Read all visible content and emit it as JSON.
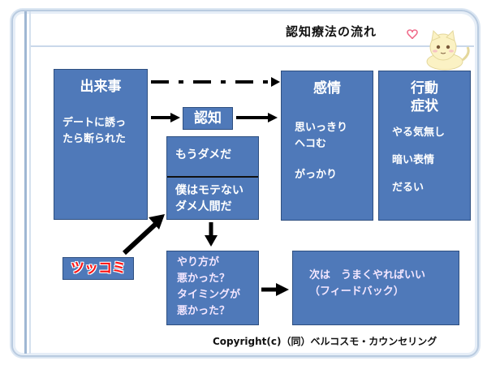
{
  "title": "認知療法の流れ",
  "event": {
    "heading": "出来事",
    "lines": [
      "デートに誘っ",
      "たら断られた"
    ]
  },
  "cognition": {
    "label": "認知"
  },
  "emotion": {
    "heading": "感情",
    "lines": [
      "思いっきり",
      "ヘコむ",
      "がっかり"
    ]
  },
  "behavior": {
    "heading_lines": [
      "行動",
      "症状"
    ],
    "lines": [
      "やる気無し",
      "暗い表情",
      "だるい"
    ]
  },
  "thought_top": {
    "text": "もうダメだ"
  },
  "thought_bottom": {
    "lines": [
      "僕はモテない",
      "ダメ人間だ"
    ]
  },
  "tsukkomi": {
    "label": "ツッコミ"
  },
  "question": {
    "lines": [
      "やり方が",
      "悪かった？",
      "タイミングが",
      "悪かった？"
    ]
  },
  "feedback": {
    "lines": [
      "次は　うまくやればいい",
      "（フィードバック）"
    ]
  },
  "copyright": "Copyright(c)（同）ベルコスモ・カウンセリング",
  "colors": {
    "box": "#4f79b9",
    "tsukkomi_text": "#ff1010",
    "question_text": "#f3e6ff",
    "frame": "#b9cbe0"
  },
  "icons": {
    "mascot": "cat-mascot-icon",
    "heart": "heart-icon"
  }
}
